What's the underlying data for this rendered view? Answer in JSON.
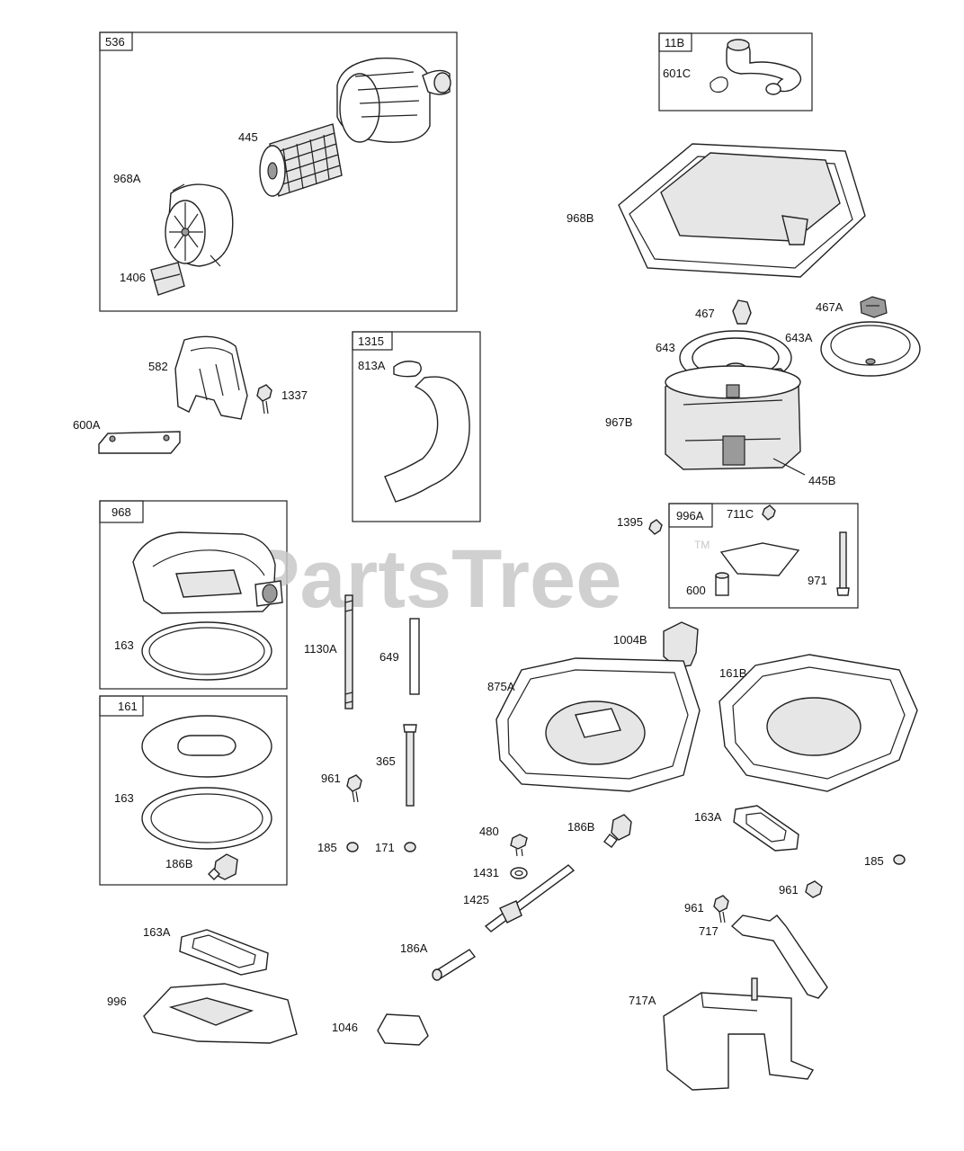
{
  "watermark": {
    "text": "PartsTree",
    "trademark": "TM"
  },
  "groups": [
    {
      "id": "536",
      "label": "536"
    },
    {
      "id": "11B",
      "label": "11B"
    },
    {
      "id": "1315",
      "label": "1315"
    },
    {
      "id": "968",
      "label": "968"
    },
    {
      "id": "161",
      "label": "161"
    },
    {
      "id": "996A",
      "label": "996A"
    }
  ],
  "labels": {
    "p445": "445",
    "p968A": "968A",
    "p1406": "1406",
    "p601C": "601C",
    "p968B": "968B",
    "p467": "467",
    "p467A": "467A",
    "p643": "643",
    "p643A": "643A",
    "p967B": "967B",
    "p445B": "445B",
    "p582": "582",
    "p1337": "1337",
    "p600A": "600A",
    "p813A": "813A",
    "p1395": "1395",
    "p711C": "711C",
    "p600": "600",
    "p971": "971",
    "p163a": "163",
    "p1130A": "1130A",
    "p649": "649",
    "p1004B": "1004B",
    "p875A": "875A",
    "p161B": "161B",
    "p163b": "163",
    "p961a": "961",
    "p365": "365",
    "p185a": "185",
    "p171": "171",
    "p186Ba": "186B",
    "p480": "480",
    "p186Bb": "186B",
    "p163Aa": "163A",
    "p185b": "185",
    "p1431": "1431",
    "p1425": "1425",
    "p961b": "961",
    "p961c": "961",
    "p717": "717",
    "p163Ab": "163A",
    "p186A": "186A",
    "p996": "996",
    "p1046": "1046",
    "p717A": "717A"
  }
}
